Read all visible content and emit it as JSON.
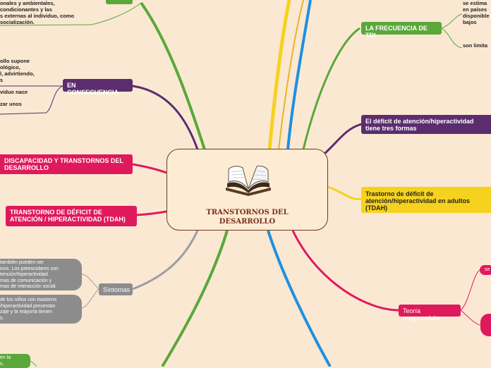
{
  "central": {
    "title_line1": "TRANSTORNOS DEL",
    "title_line2": "DESARROLLO",
    "icon": "open-book-icon"
  },
  "colors": {
    "background": "#fbe8d3",
    "green": "#5aa83a",
    "purple": "#5b2d6e",
    "pink": "#e0195d",
    "yellow": "#f6d21e",
    "gray": "#8c8c8c",
    "blue": "#1e90e0"
  },
  "topics": {
    "frecuencia": "LA FRECUENCIA DE TDI",
    "deficit_formas": "El déficit de atención/hiperactividad tiene tres formas",
    "adultos": "Trastorno de déficit de atención/hiperactividad en adultos (TDAH)",
    "magnocelular": "Teoría magnocelular",
    "consecuencia": "EN CONSECUENCIA",
    "discapacidad": "DISCAPACIDAD Y TRANSTORNOS DEL DESARROLLO",
    "tdah": "TRANSTORNO DE DÉFICIT DE ATENCIÓN / HIPERACTIVIDAD (TDAH)",
    "sintomas": "Síntomas"
  },
  "texts": {
    "top_left": [
      "onales y ambientales,",
      "condicionantes y las",
      "s externas al individuo, como",
      "socialización."
    ],
    "consecuencia_a": [
      "ollo supone",
      "ológico,",
      "l, advirtiendo,",
      "s"
    ],
    "consecuencia_b": [
      "viduo nace"
    ],
    "consecuencia_c": [
      "zar unos"
    ],
    "frecuencia_a": [
      "se estima",
      "en países",
      "disponible",
      "bajos"
    ],
    "frecuencia_b": [
      "son limita"
    ],
    "sintomas_a": [
      "también pueden ser",
      "ivos. Los preescolares con",
      "tención/hiperactividad",
      "mas de comunicación y",
      "mas de interacción social."
    ],
    "sintomas_b": [
      "de los niños con trastorno",
      "/hiperactividad presentan",
      "zaje y la mayoría tienen",
      "s."
    ],
    "bottom_left": [
      "en la",
      "s."
    ],
    "magno_right": "se"
  }
}
